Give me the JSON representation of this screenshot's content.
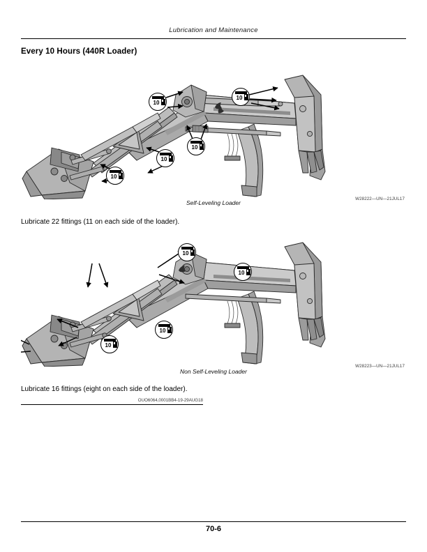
{
  "header": {
    "running_title": "Lubrication and Maintenance"
  },
  "section": {
    "heading": "Every 10 Hours (440R Loader)"
  },
  "figures": [
    {
      "caption": "Self-Leveling Loader",
      "figure_id": "W28222—UN—21JUL17",
      "callout_label": "10",
      "callout_icon": "grease-gun-icon",
      "callout_count": 5
    },
    {
      "caption": "Non Self-Leveling Loader",
      "figure_id": "W28223—UN—21JUL17",
      "callout_label": "10",
      "callout_icon": "grease-gun-icon",
      "callout_count": 4
    }
  ],
  "paragraphs": {
    "first": "Lubricate 22 fittings (11 on each side of the loader).",
    "second": "Lubricate 16 fittings (eight on each side of the loader)."
  },
  "reference": {
    "id": "OUO6064,0001BB4-19-29AUG18"
  },
  "footer": {
    "page_number": "70-6"
  },
  "colors": {
    "ink": "#000000",
    "metal_light": "#c9c9c9",
    "metal_mid": "#a8a8a8",
    "metal_dark": "#8a8a8a",
    "metal_darker": "#6e6e6e",
    "outline": "#3a3a3a"
  }
}
